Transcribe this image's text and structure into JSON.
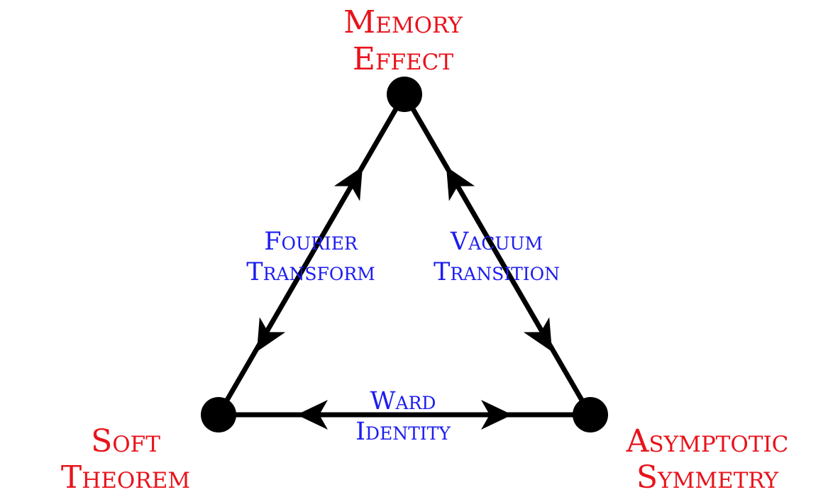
{
  "diagram": {
    "colors": {
      "node_label": "#e8131b",
      "edge_label": "#1c1cf0",
      "line": "#000000"
    },
    "nodes": {
      "top": {
        "line1": "Memory",
        "line2": "Effect"
      },
      "left": {
        "line1": "Soft",
        "line2": "Theorem"
      },
      "right": {
        "line1": "Asymptotic",
        "line2": "Symmetry"
      }
    },
    "edges": {
      "left": {
        "line1": "Fourier",
        "line2": "Transform"
      },
      "right": {
        "line1": "Vacuum",
        "line2": "Transition"
      },
      "bottom": {
        "line1": "Ward",
        "line2": "Identity"
      }
    }
  }
}
